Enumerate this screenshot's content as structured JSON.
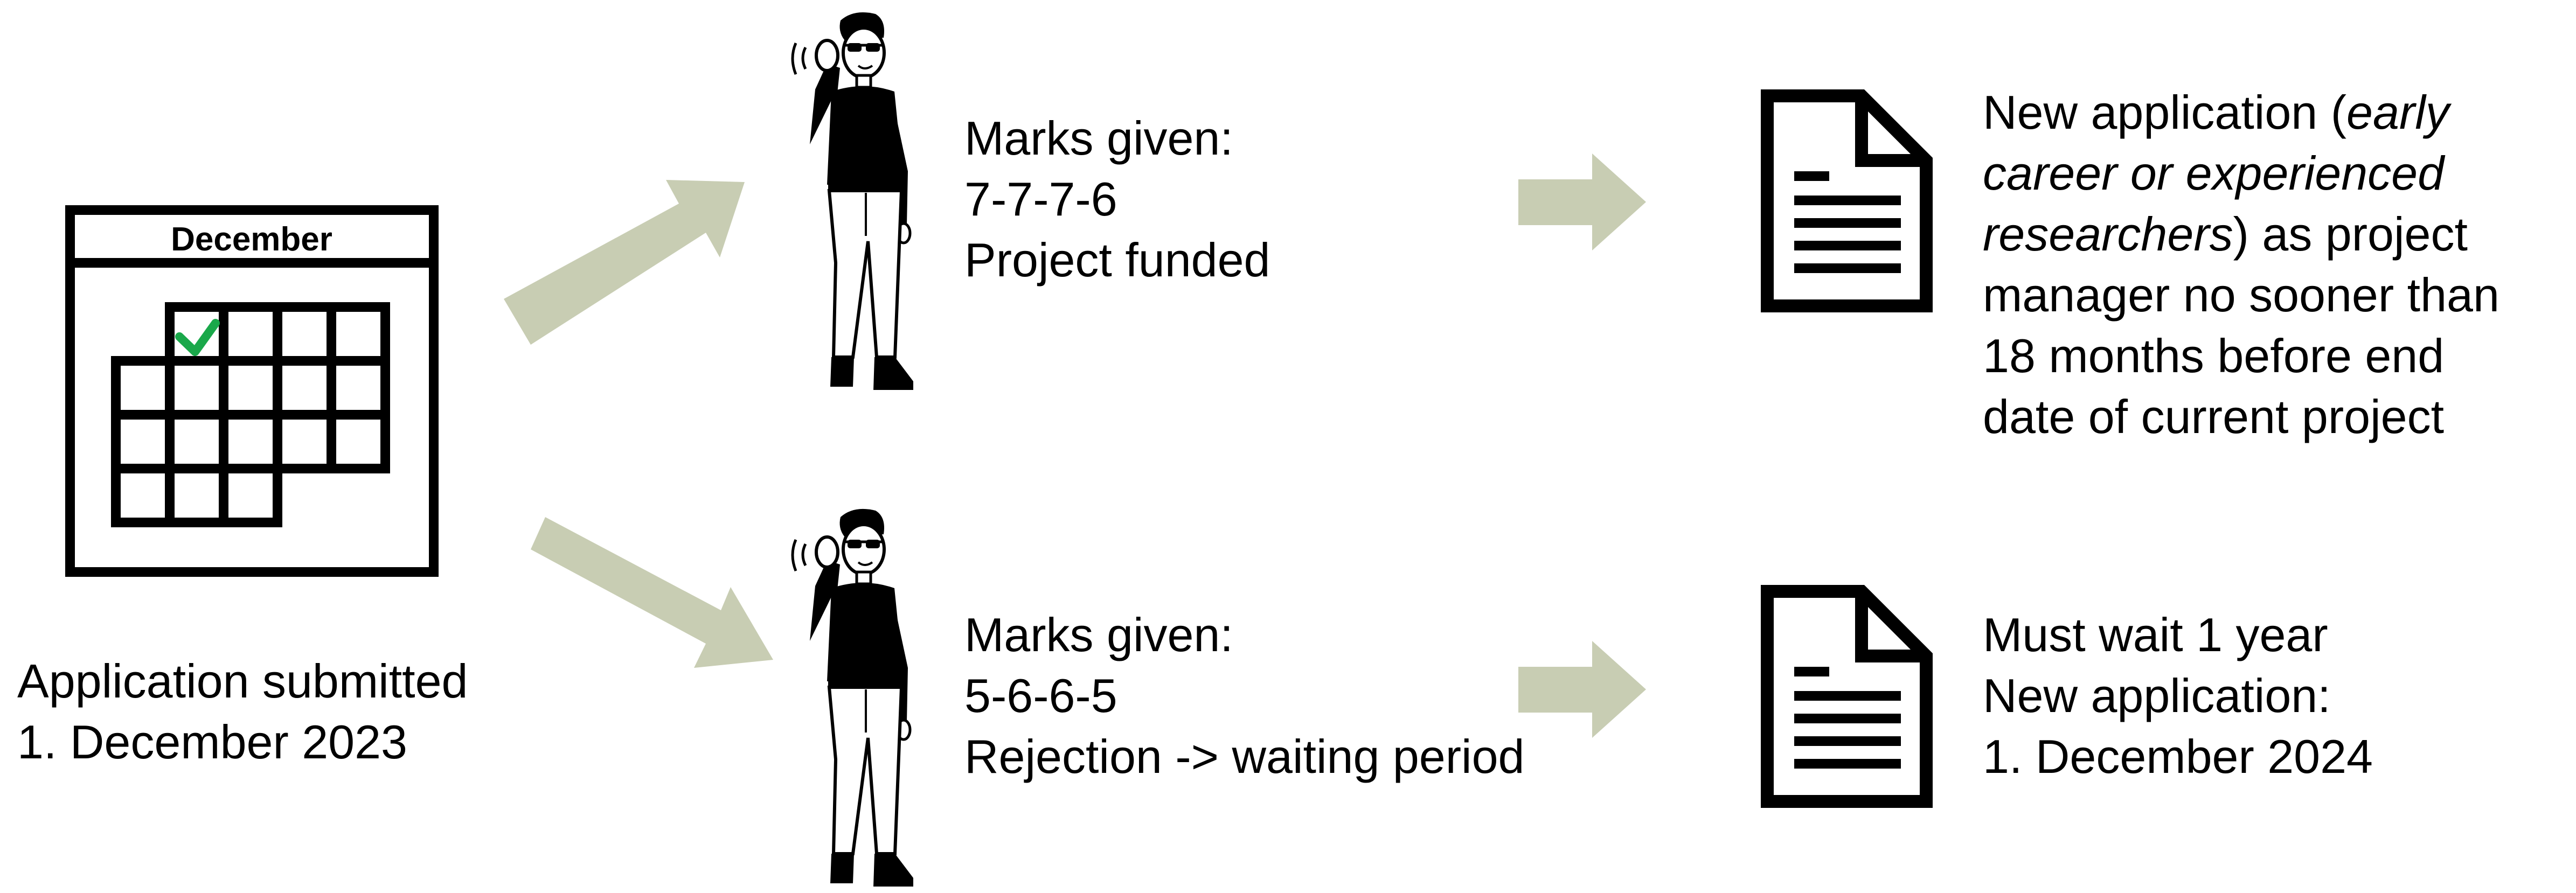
{
  "calendar": {
    "month": "December",
    "icon": "calendar-icon"
  },
  "submission": {
    "line1": "Application submitted",
    "line2": "1. December 2023"
  },
  "branches": {
    "funded": {
      "marks_label": "Marks given:",
      "marks": "7-7-7-6",
      "result": "Project funded",
      "outcome": {
        "line1_start": "New application (",
        "line1_italic": "early",
        "line2_italic": "career or experienced",
        "line3_italic": "researchers",
        "line3_end": ") as project",
        "line4": "manager no sooner than",
        "line5": "18 months before end",
        "line6": "date of current project"
      }
    },
    "rejected": {
      "marks_label": "Marks given:",
      "marks": "5-6-6-5",
      "result": "Rejection -> waiting period",
      "outcome": {
        "line1": "Must wait 1 year",
        "line2": "New application:",
        "line3": "1. December 2024"
      }
    }
  },
  "colors": {
    "arrow": "#c8cdb3",
    "check": "#1aa84a",
    "ink": "#000000"
  }
}
